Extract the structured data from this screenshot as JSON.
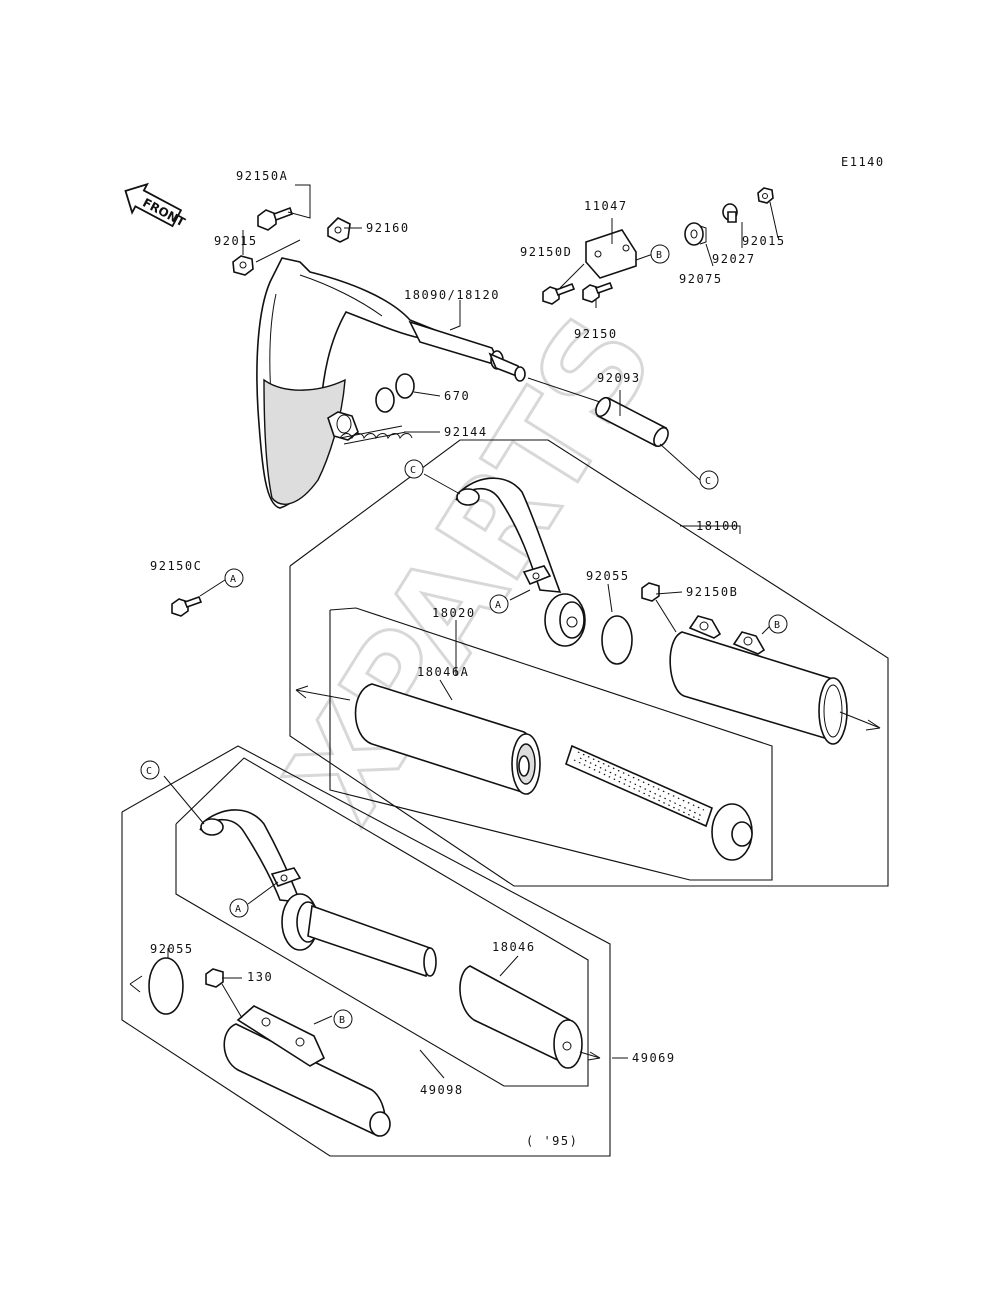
{
  "diagram_code": "E1140",
  "front_arrow": {
    "text": "FRONT"
  },
  "watermark": "XPARTS",
  "year_note": "( '95)",
  "callouts": {
    "a": "A",
    "b": "B",
    "c": "C"
  },
  "parts": {
    "p92150A": "92150A",
    "p92160": "92160",
    "p92015_left": "92015",
    "p18090": "18090/18120",
    "p670": "670",
    "p92144": "92144",
    "p11047": "11047",
    "p92150D": "92150D",
    "p92150": "92150",
    "p92075": "92075",
    "p92027": "92027",
    "p92015_right": "92015",
    "p92093": "92093",
    "p18100": "18100",
    "p92150C": "92150C",
    "p92055_upper": "92055",
    "p92150B": "92150B",
    "p18020": "18020",
    "p18046A": "18046A",
    "p92055_lower": "92055",
    "p130": "130",
    "p18046": "18046",
    "p49098": "49098",
    "p49069": "49069"
  }
}
